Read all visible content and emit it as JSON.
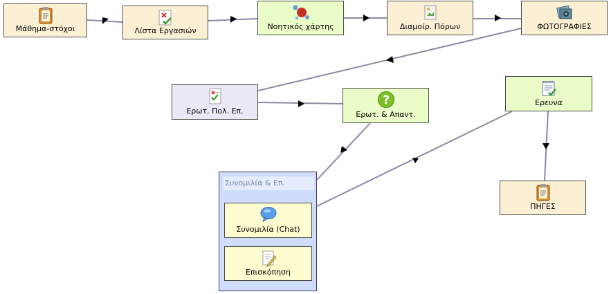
{
  "nodes": {
    "mathima": "Μάθημα-στόχοι",
    "lista": "Λίστα Εργασιών",
    "noitikos": "Νοητικός χάρτης",
    "diamorf": "Διαμοίρ. Πόρων",
    "fotografies": "ΦΩΤΟΓΡΑΦΙΕΣ",
    "erot_pol": "Ερωτ. Πολ. Επ.",
    "erot_apant": "Ερωτ. & Απαντ.",
    "ereuna": "Ερευνα",
    "piges": "ΠΗΓΕΣ"
  },
  "group": {
    "title": "Συνομιλία & Επ.",
    "chat": "Συνομιλία (Chat)",
    "episkopisi": "Επισκόπηση"
  },
  "colors": {
    "edge": "#8a8aa4",
    "arrow": "#000000",
    "tan": "#fcf0d4",
    "green": "#eafcc8",
    "lavender": "#ebe9f6",
    "yellow": "#fffcd0",
    "group": "#cfdcfb"
  }
}
